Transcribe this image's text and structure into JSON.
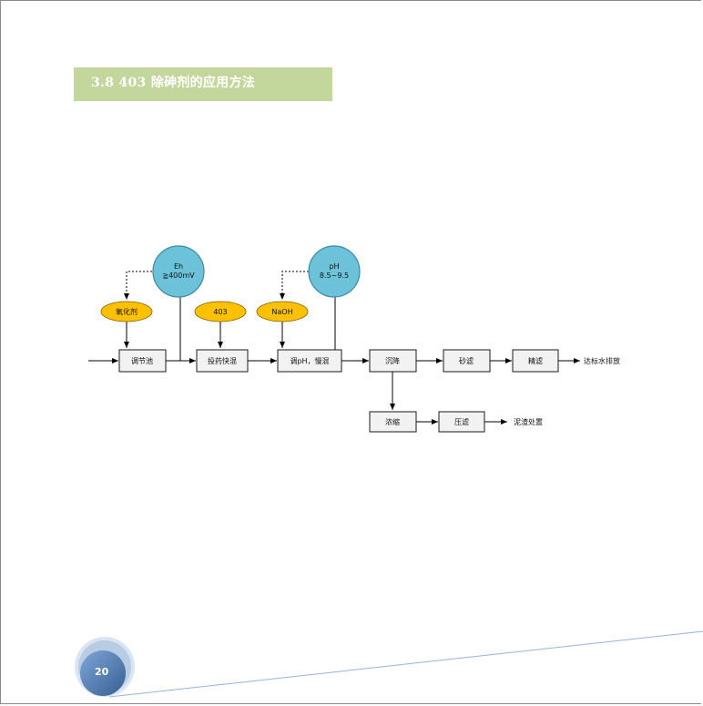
{
  "section": {
    "heading": "3.8  403 除砷剂的应用方法"
  },
  "diagram": {
    "indicators": [
      {
        "lines": [
          "Eh",
          "≧400mV"
        ]
      },
      {
        "lines": [
          "pH",
          "8.5~9.5"
        ]
      }
    ],
    "reagents": [
      "氧化剂",
      "403",
      "NaOH"
    ],
    "steps": [
      "调节池",
      "投药快混",
      "调pH，慢混",
      "沉降",
      "砂滤",
      "精滤",
      "浓缩",
      "压滤"
    ],
    "outputs": {
      "water": "达标水排放",
      "sludge": "泥渣处置"
    }
  },
  "footer": {
    "page_number": "20"
  },
  "colors": {
    "heading_band": "#c3d69b",
    "reagent": "#ffc000",
    "indicator": "#6cc3d9",
    "footer_circle": "#4f81bd"
  }
}
